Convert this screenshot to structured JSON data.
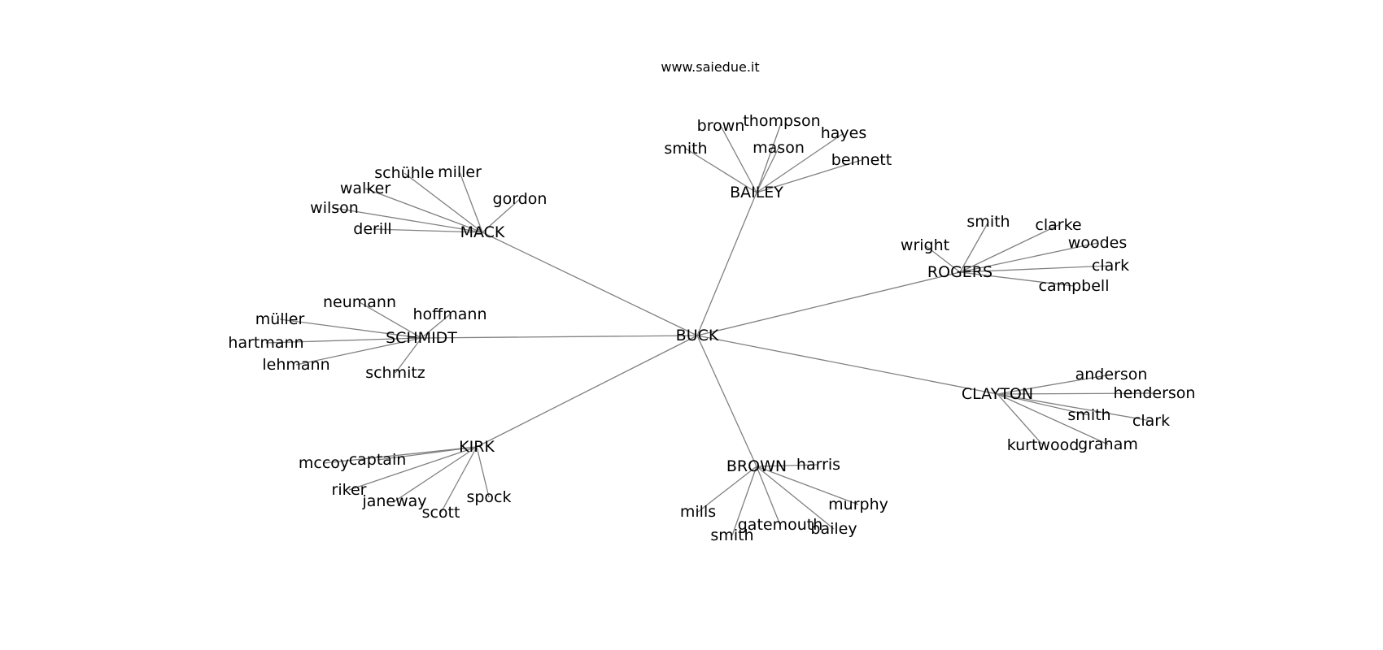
{
  "title": "www.saiedue.it",
  "colors": {
    "edge": "#808080",
    "text": "#000000",
    "background": "#ffffff"
  },
  "graph": {
    "root": "BUCK",
    "groups": [
      {
        "hub": "BAILEY",
        "leaves": [
          "smith",
          "brown",
          "thompson",
          "mason",
          "hayes",
          "bennett"
        ]
      },
      {
        "hub": "MACK",
        "leaves": [
          "schühle",
          "miller",
          "walker",
          "wilson",
          "derill",
          "gordon"
        ]
      },
      {
        "hub": "ROGERS",
        "leaves": [
          "smith",
          "clarke",
          "wright",
          "woodes",
          "clark",
          "campbell"
        ]
      },
      {
        "hub": "SCHMIDT",
        "leaves": [
          "neumann",
          "müller",
          "hoffmann",
          "hartmann",
          "lehmann",
          "schmitz"
        ]
      },
      {
        "hub": "CLAYTON",
        "leaves": [
          "anderson",
          "henderson",
          "smith",
          "clark",
          "kurtwood",
          "graham"
        ]
      },
      {
        "hub": "KIRK",
        "leaves": [
          "mccoy",
          "captain",
          "riker",
          "janeway",
          "scott",
          "spock"
        ]
      },
      {
        "hub": "BROWN",
        "leaves": [
          "harris",
          "mills",
          "smith",
          "gatemouth",
          "bailey",
          "murphy"
        ]
      }
    ]
  }
}
